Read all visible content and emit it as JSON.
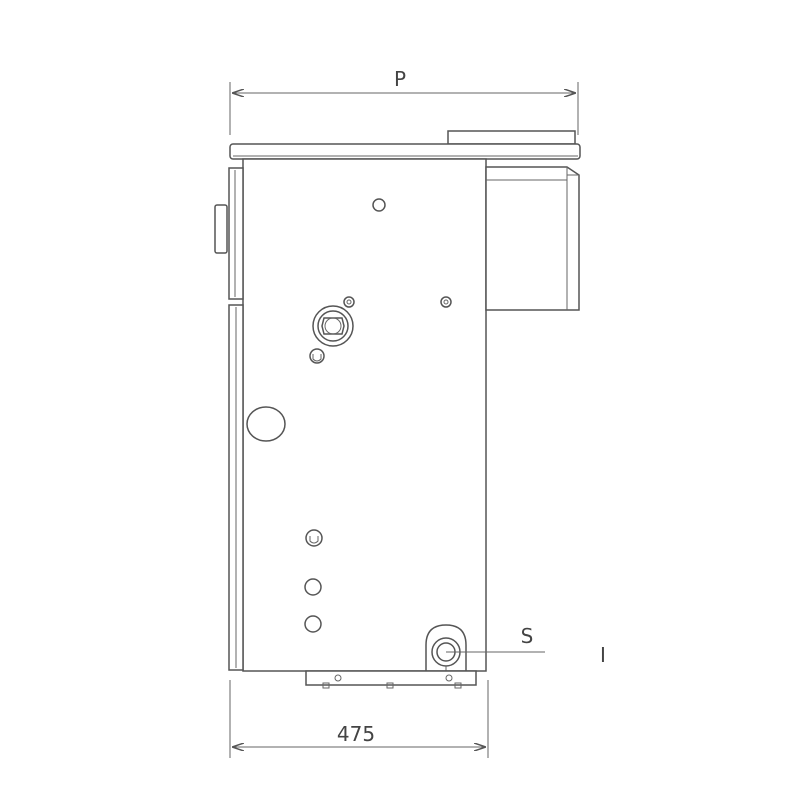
{
  "drawing": {
    "dimensions": {
      "top_label": "P",
      "bottom_label": "475"
    },
    "callouts": {
      "s_label": "S",
      "i_label": "I"
    }
  }
}
